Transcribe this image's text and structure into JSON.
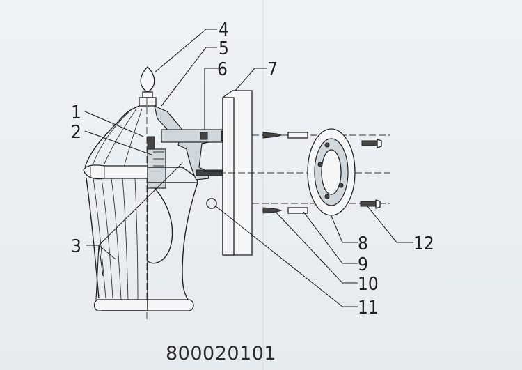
{
  "diagram": {
    "model_code": "800020101",
    "callouts": [
      {
        "id": "4",
        "label": "4"
      },
      {
        "id": "5",
        "label": "5"
      },
      {
        "id": "6",
        "label": "6"
      },
      {
        "id": "7",
        "label": "7"
      },
      {
        "id": "1",
        "label": "1"
      },
      {
        "id": "2",
        "label": "2"
      },
      {
        "id": "3",
        "label": "3"
      },
      {
        "id": "8",
        "label": "8"
      },
      {
        "id": "12",
        "label": "12"
      },
      {
        "id": "9",
        "label": "9"
      },
      {
        "id": "10",
        "label": "10"
      },
      {
        "id": "11",
        "label": "11"
      }
    ]
  }
}
